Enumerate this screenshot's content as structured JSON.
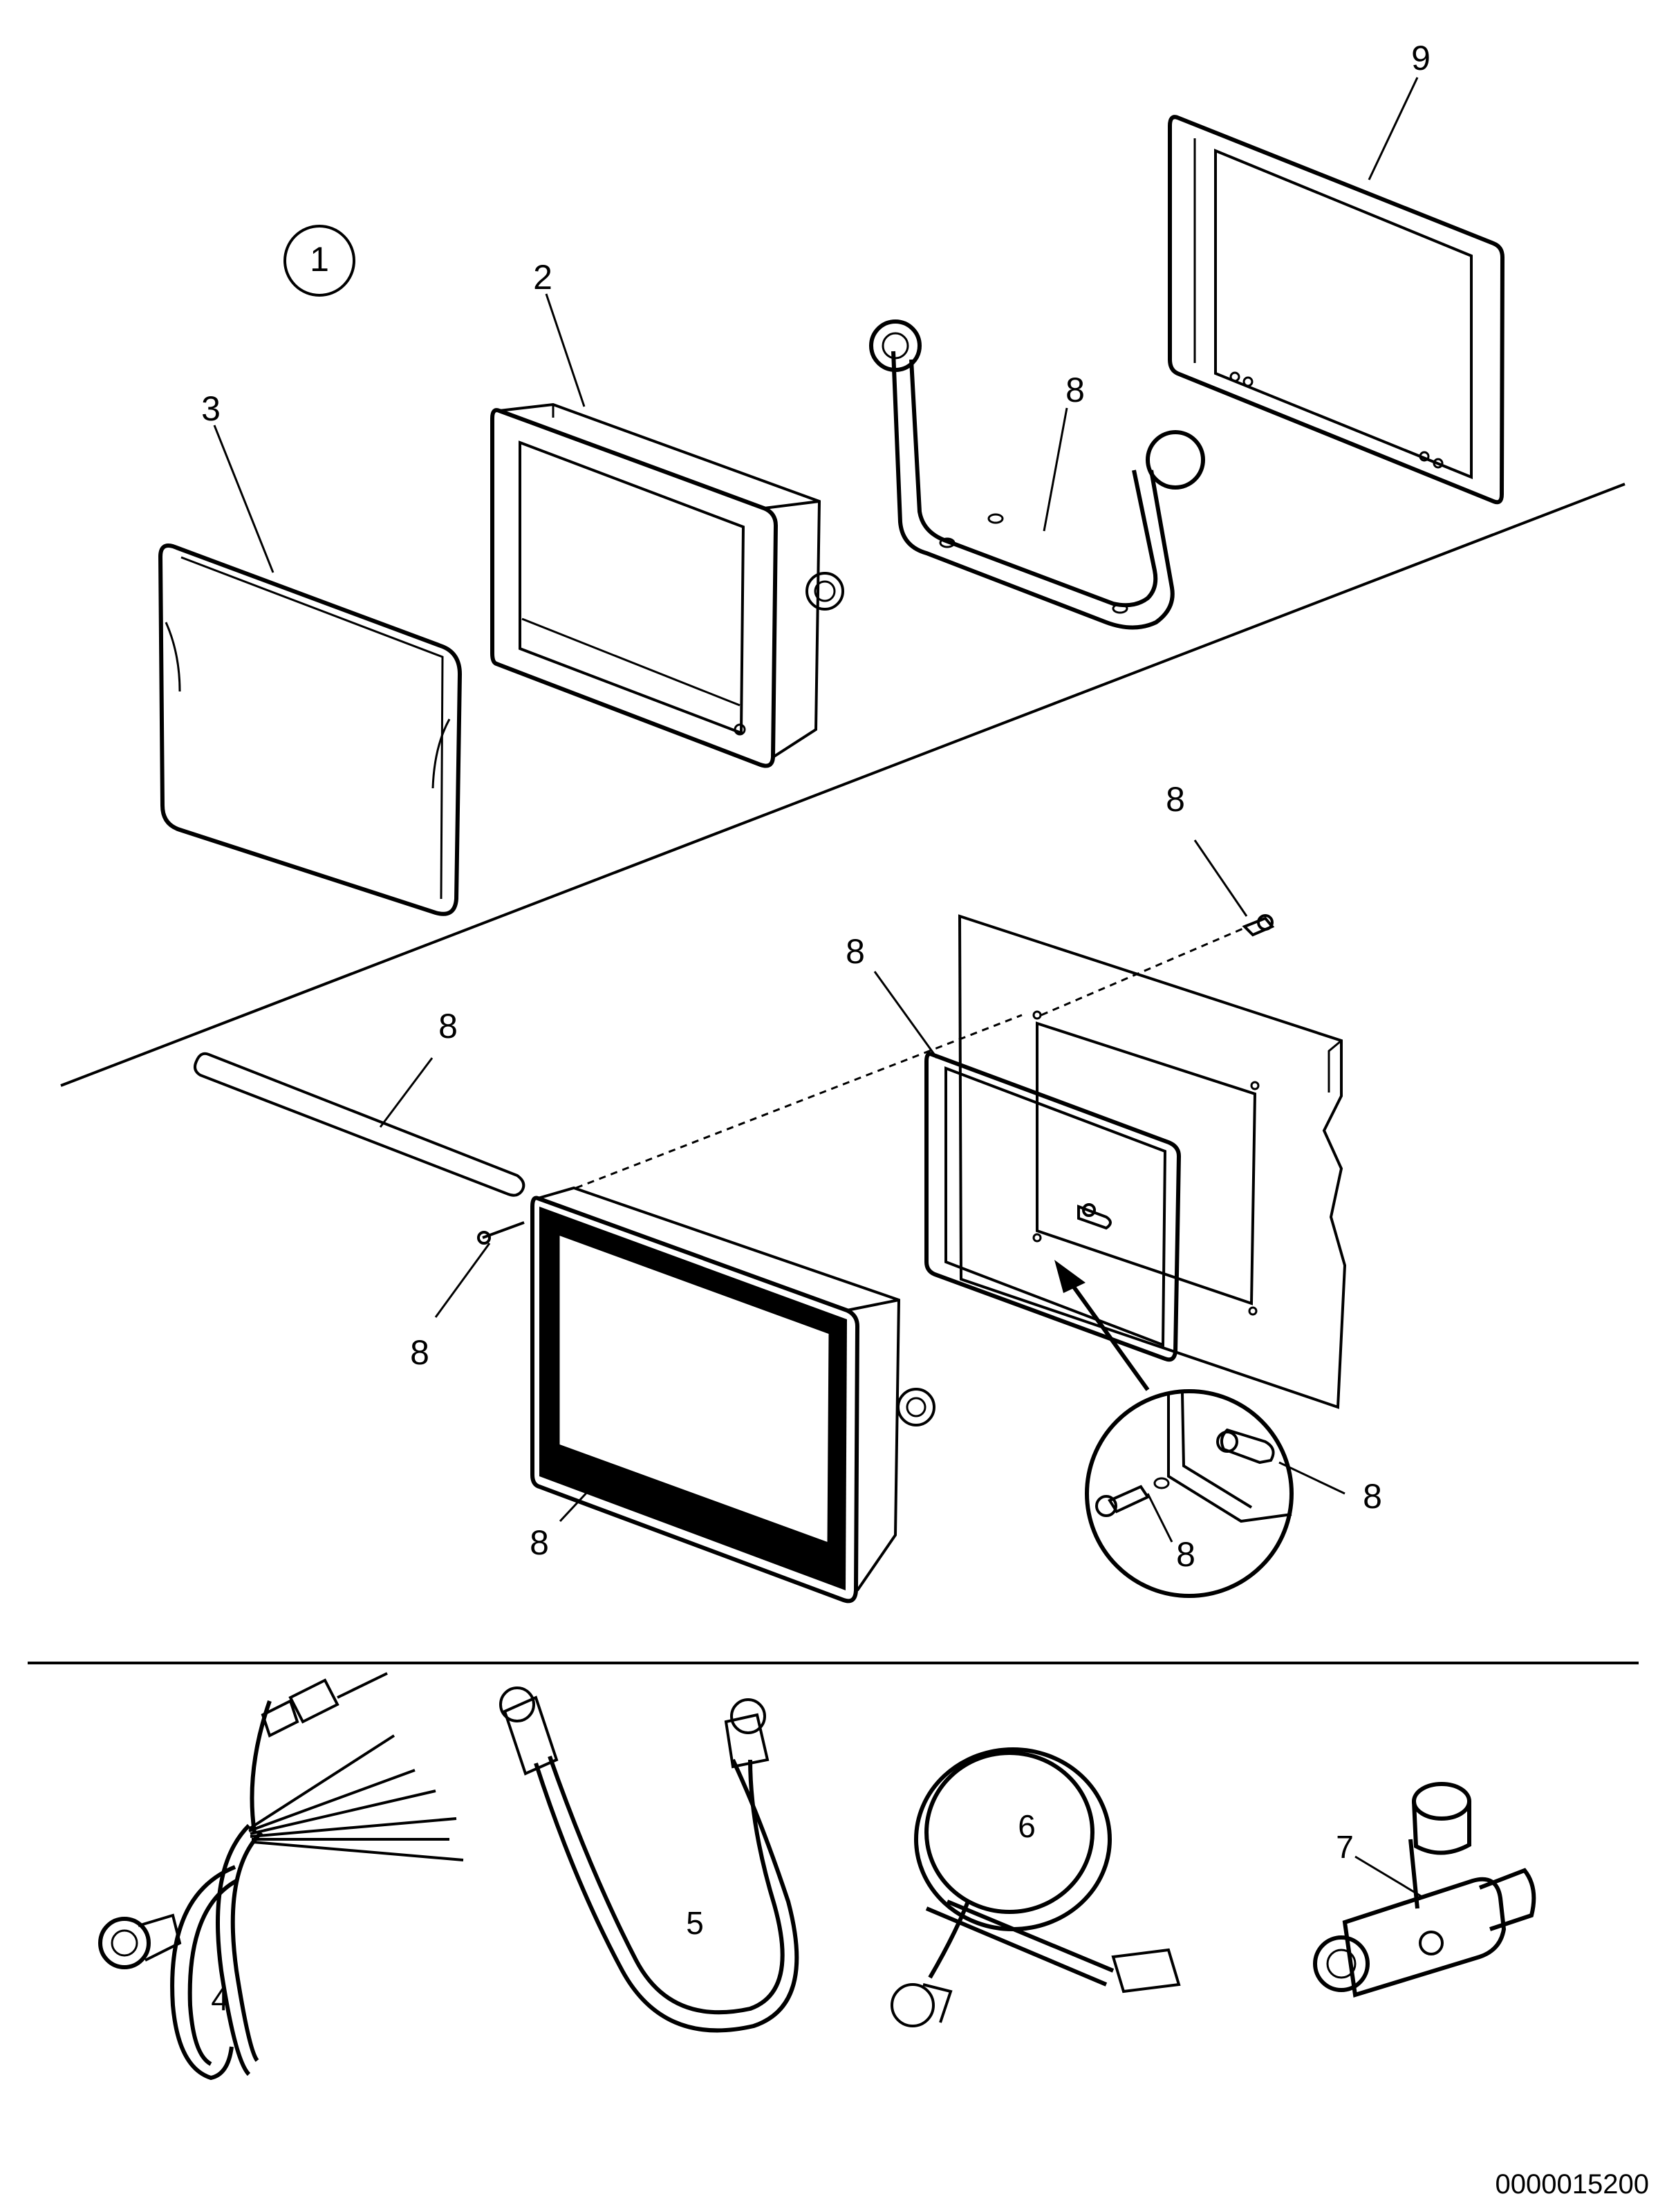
{
  "labels": {
    "group_marker": "1",
    "display_unit": "2",
    "sun_cover": "3",
    "harness": "4",
    "cable_short": "5",
    "cable_coiled": "6",
    "t_connector": "7",
    "mount_bracket": "8",
    "flush_frame": "9",
    "gasket_strip": "8",
    "screw_left": "8",
    "bezel": "8",
    "gasket_frame": "8",
    "panel_nut": "8",
    "detail_screw": "8",
    "detail_nut": "8"
  },
  "footer": {
    "reference": "0000015200"
  }
}
